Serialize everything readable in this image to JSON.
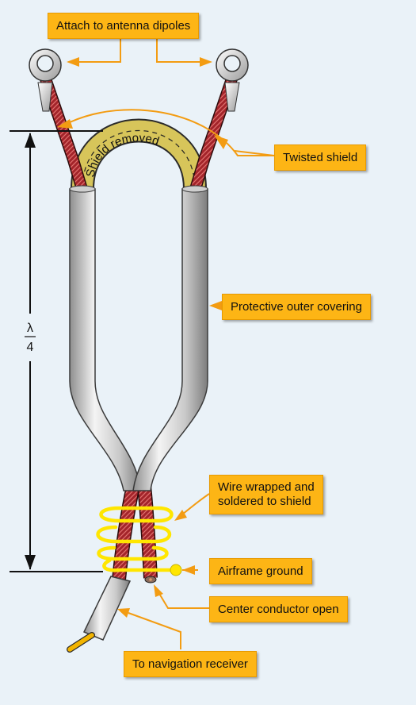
{
  "callouts": {
    "attach": "Attach to antenna dipoles",
    "twisted_shield": "Twisted shield",
    "outer_covering": "Protective outer covering",
    "wire_wrapped_line1": "Wire wrapped and",
    "wire_wrapped_line2": "soldered to shield",
    "airframe_ground": "Airframe ground",
    "center_conductor": "Center conductor open",
    "nav_receiver": "To navigation receiver"
  },
  "arc_label": "Shield removed",
  "dimension": {
    "numerator": "λ",
    "denominator": "4"
  },
  "colors": {
    "background": "#eaf2f8",
    "callout_fill": "#fdb515",
    "leader_line": "#f39c12",
    "shield_red": "#b0262b",
    "cable_gray": "#c8c8c8",
    "ground_wire": "#ffe600",
    "dielectric": "#d9c75a"
  }
}
